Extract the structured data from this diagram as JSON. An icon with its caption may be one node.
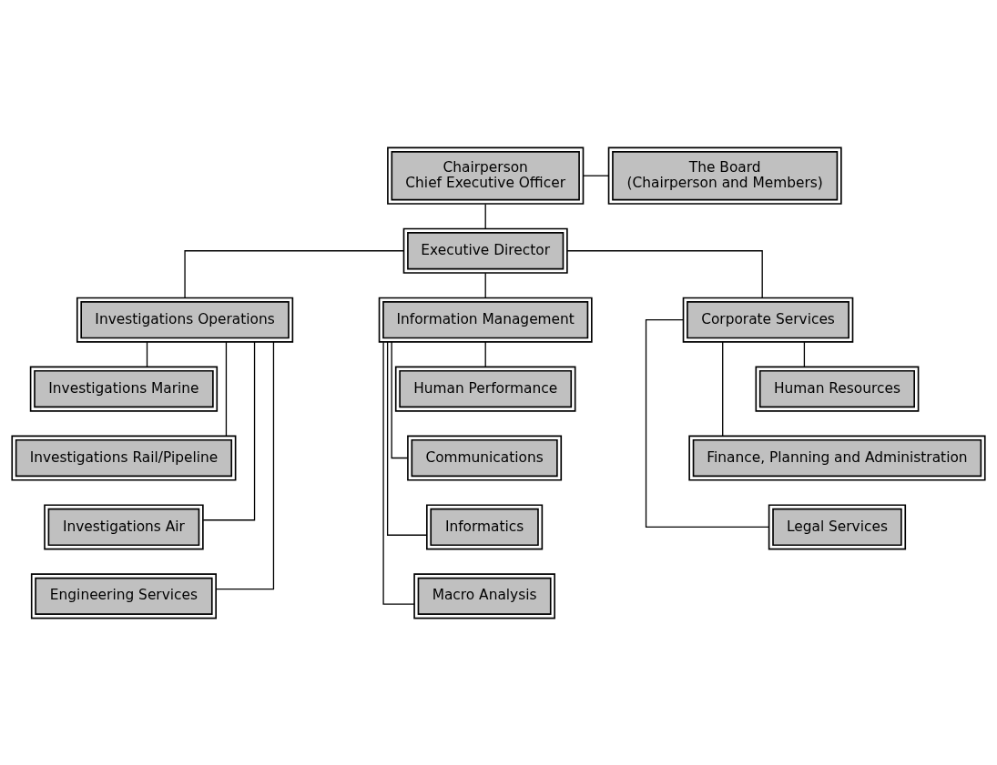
{
  "diagram": {
    "nodes": [
      {
        "text": [
          "Chairperson",
          "Chief Executive Officer"
        ]
      },
      {
        "text": [
          "The Board",
          "(Chairperson and Members)"
        ]
      },
      {
        "text": [
          "Executive Director"
        ]
      },
      {
        "text": [
          "Investigations Operations"
        ]
      },
      {
        "text": [
          "Information Management"
        ]
      },
      {
        "text": [
          "Corporate Services"
        ]
      },
      {
        "text": [
          "Investigations Marine"
        ]
      },
      {
        "text": [
          "Investigations Rail/Pipeline"
        ]
      },
      {
        "text": [
          "Investigations Air"
        ]
      },
      {
        "text": [
          "Engineering Services"
        ]
      },
      {
        "text": [
          "Human Performance"
        ]
      },
      {
        "text": [
          "Communications"
        ]
      },
      {
        "text": [
          "Informatics"
        ]
      },
      {
        "text": [
          "Macro Analysis"
        ]
      },
      {
        "text": [
          "Human Resources"
        ]
      },
      {
        "text": [
          "Finance, Planning and Administration"
        ]
      },
      {
        "text": [
          "Legal Services"
        ]
      }
    ],
    "edges": [
      {
        "from": 0,
        "to": 1,
        "arrow": "none"
      },
      {
        "from": 0,
        "to": 2,
        "arrow": "none"
      },
      {
        "from": 2,
        "to": 3,
        "arrow": "none"
      },
      {
        "from": 2,
        "to": 4,
        "arrow": "none"
      },
      {
        "from": 2,
        "to": 5,
        "arrow": "none"
      },
      {
        "from": 3,
        "to": 6,
        "arrow": "none"
      },
      {
        "from": 3,
        "to": 7,
        "arrow": "none"
      },
      {
        "from": 3,
        "to": 8,
        "arrow": "none"
      },
      {
        "from": 3,
        "to": 9,
        "arrow": "none"
      },
      {
        "from": 4,
        "to": 10,
        "arrow": "none"
      },
      {
        "from": 4,
        "to": 11,
        "arrow": "none"
      },
      {
        "from": 4,
        "to": 12,
        "arrow": "none"
      },
      {
        "from": 4,
        "to": 13,
        "arrow": "none"
      },
      {
        "from": 5,
        "to": 14,
        "arrow": "none"
      },
      {
        "from": 5,
        "to": 15,
        "arrow": "none"
      },
      {
        "from": 5,
        "to": 16,
        "arrow": "none"
      }
    ]
  }
}
